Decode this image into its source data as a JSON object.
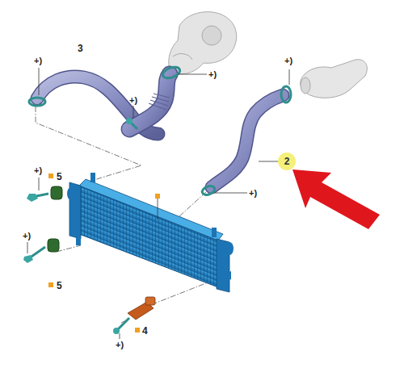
{
  "diagram": {
    "nodes": [
      {
        "text": [
          "2"
        ]
      }
    ],
    "labels": [
      "3",
      "+)",
      "+)",
      "+)",
      "+)",
      "+)",
      "5",
      "+)",
      "+)",
      "5",
      "4",
      "+)"
    ]
  }
}
